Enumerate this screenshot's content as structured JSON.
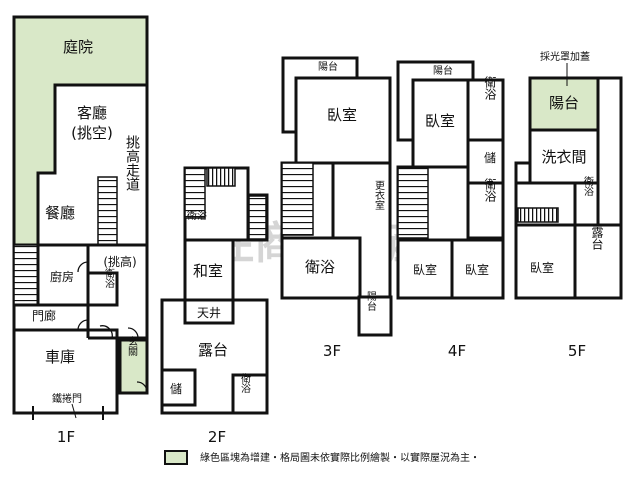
{
  "watermark": "住商不動產",
  "colors": {
    "addition_green": "#d9e8c8",
    "wall": "#111111"
  },
  "floors": {
    "f1": {
      "label": "1F",
      "garden": "庭院",
      "living": "客廳",
      "living_note": "(挑空)",
      "corridor": "挑高走道",
      "dining": "餐廳",
      "kitchen": "廚房",
      "high": "(挑高)",
      "bath": "衛浴",
      "porch": "門廊",
      "garage": "車庫",
      "entrance": "玄關",
      "shutter": "鐵捲門"
    },
    "f2": {
      "label": "2F",
      "bath_top": "衛浴",
      "tatami": "和室",
      "patio": "天井",
      "terrace": "露台",
      "storage": "儲",
      "bath": "衛浴"
    },
    "f3": {
      "label": "3F",
      "balcony_top": "陽台",
      "bedroom": "臥室",
      "closet": "更衣室",
      "bath": "衛浴",
      "balcony_bottom": "陽台"
    },
    "f4": {
      "label": "4F",
      "balcony": "陽台",
      "bedroom_main": "臥室",
      "bath1": "衛浴",
      "storage": "儲",
      "bath2": "衛浴",
      "bedroom_left": "臥室",
      "bedroom_right": "臥室"
    },
    "f5": {
      "label": "5F",
      "skylight_note": "採光罩加蓋",
      "balcony": "陽台",
      "laundry": "洗衣間",
      "bath": "衛浴",
      "bedroom": "臥室",
      "terrace": "露台"
    }
  },
  "legend": {
    "text": "綠色區塊為增建・格局圖未依實際比例繪製・以實際屋況為主・"
  }
}
